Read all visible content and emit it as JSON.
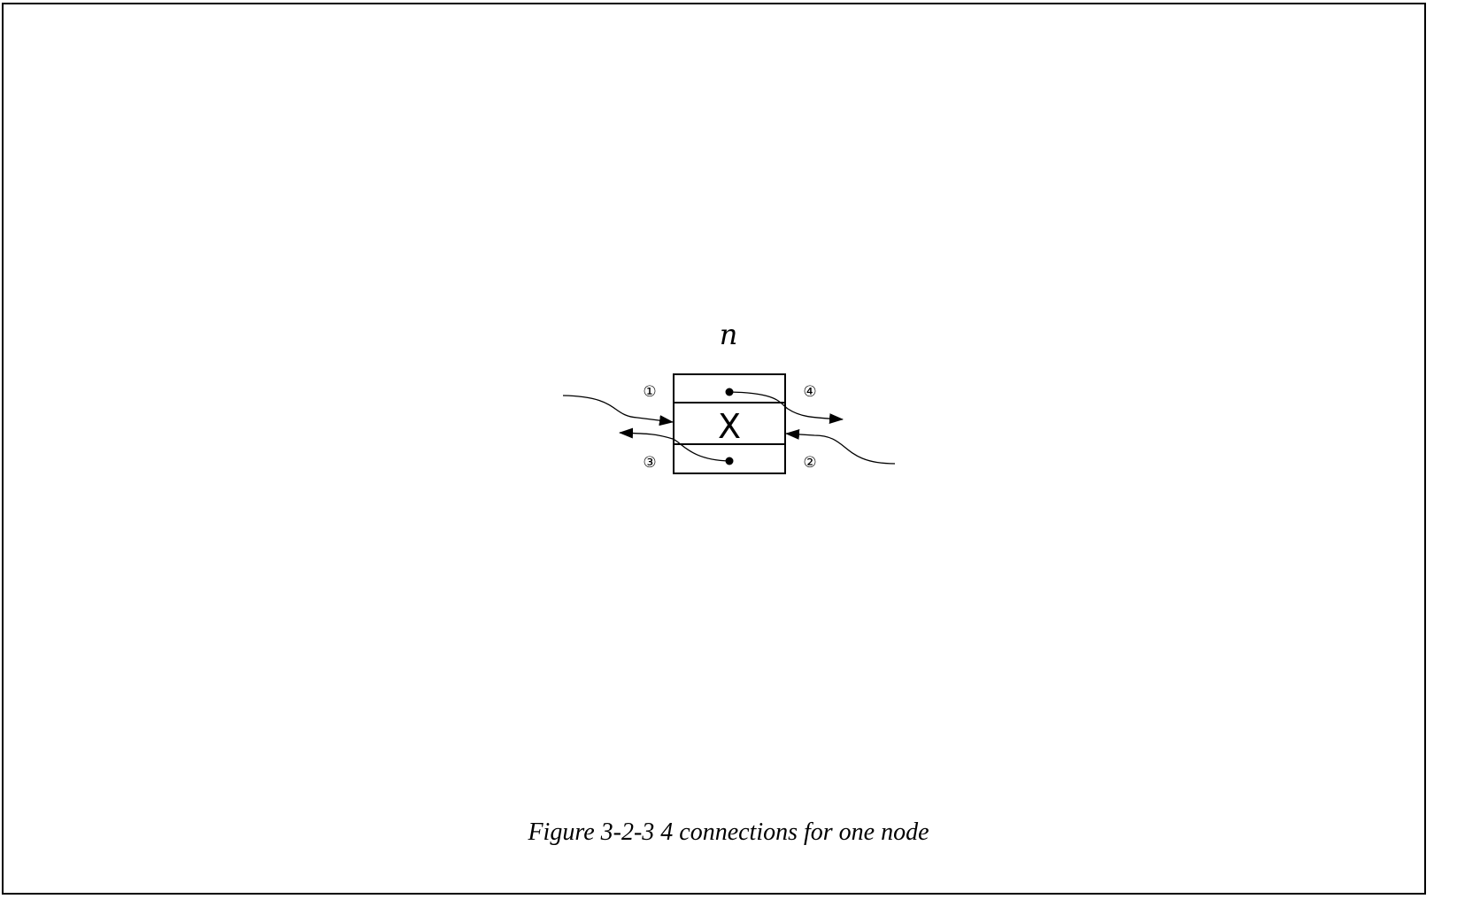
{
  "node": {
    "label": "n",
    "value": "X"
  },
  "connections": [
    {
      "id": "conn-1",
      "label": "①"
    },
    {
      "id": "conn-2",
      "label": "②"
    },
    {
      "id": "conn-3",
      "label": "③"
    },
    {
      "id": "conn-4",
      "label": "④"
    }
  ],
  "caption": "Figure 3-2-3 4 connections for one node",
  "colors": {
    "stroke": "#000000",
    "background": "#ffffff"
  }
}
